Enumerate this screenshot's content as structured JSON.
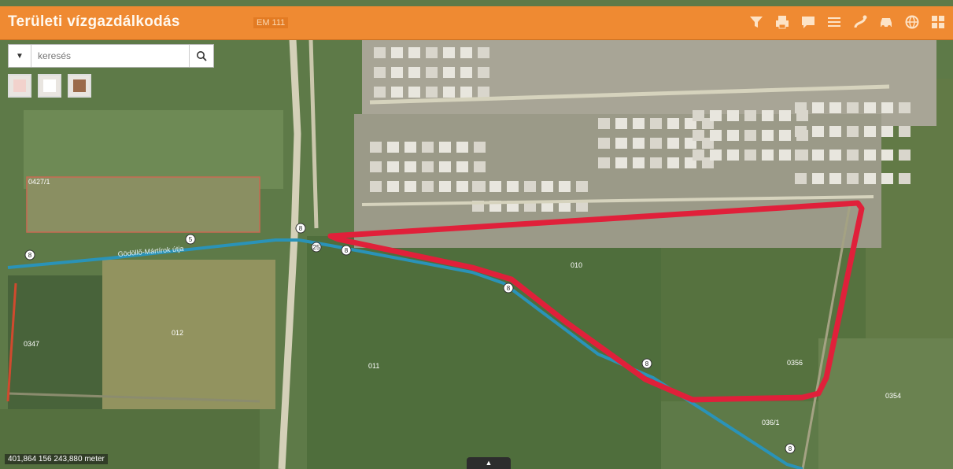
{
  "app": {
    "title": "Területi vízgazdálkodás",
    "badge": "EM 111",
    "accent": "#ef8a32"
  },
  "toolbar": [
    {
      "icon": "filter-icon"
    },
    {
      "icon": "print-icon"
    },
    {
      "icon": "comment-icon"
    },
    {
      "icon": "list-icon"
    },
    {
      "icon": "route-icon"
    },
    {
      "icon": "car-icon"
    },
    {
      "icon": "globe-icon"
    },
    {
      "icon": "grid-icon"
    }
  ],
  "search": {
    "placeholder": "keresés",
    "value": ""
  },
  "layers": [
    {
      "name": "layer-light",
      "color": "#f2d2cc"
    },
    {
      "name": "layer-white",
      "color": "#ffffff"
    },
    {
      "name": "layer-satellite",
      "color": "#9b6a4a"
    }
  ],
  "map": {
    "route_color": "#e0203a",
    "channel_color": "#2a93b8",
    "road_label": "Gödöllő-Mártírok útja",
    "parcel_labels": [
      "0427/1",
      "0347",
      "012",
      "011",
      "010",
      "0356",
      "0354",
      "036/1"
    ],
    "markers": [
      "8",
      "25",
      "8",
      "5",
      "8",
      "8",
      "8",
      "8"
    ]
  },
  "status": {
    "coords": "401,864 156 243,880 meter",
    "tab_label": "▲"
  }
}
